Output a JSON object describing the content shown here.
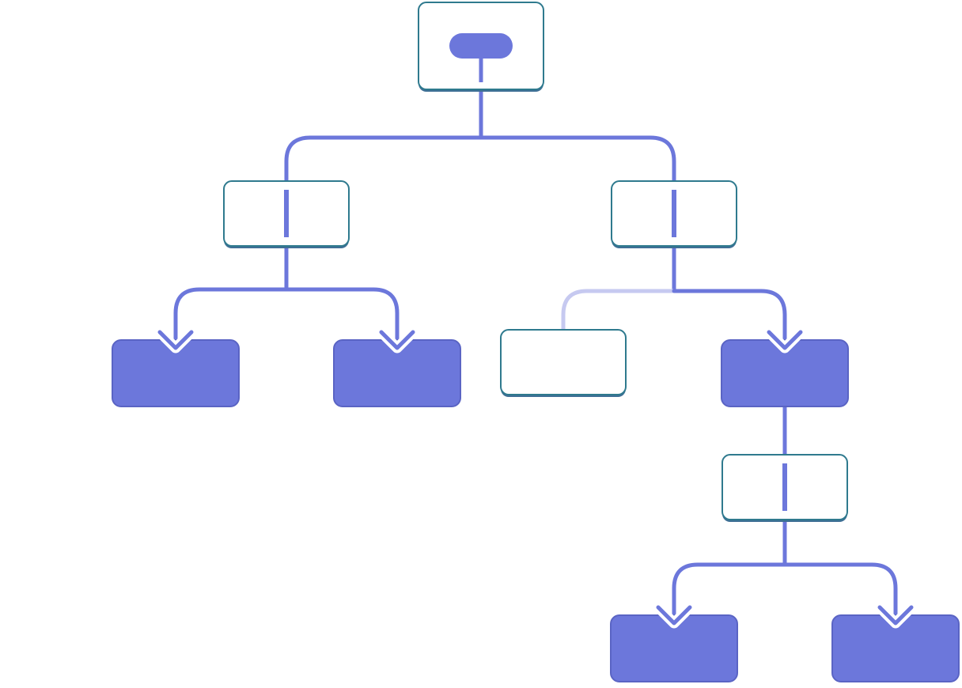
{
  "diagram": {
    "type": "tree",
    "colors": {
      "background": "#ffffff",
      "edge": "#6c77db",
      "edge_faded": "#c6c9f0",
      "node_outline": "#2f7a8e",
      "node_shadow": "#3f6f95",
      "filled_node": "#6c77db",
      "filled_node_border": "#5a64c4"
    },
    "nodes": [
      {
        "id": "root",
        "kind": "outlined-box",
        "marker": "pill"
      },
      {
        "id": "left-branch",
        "kind": "outlined-box",
        "marker": "vertical-bar"
      },
      {
        "id": "right-branch",
        "kind": "outlined-box",
        "marker": "vertical-bar"
      },
      {
        "id": "left-leaf-1",
        "kind": "filled-box"
      },
      {
        "id": "left-leaf-2",
        "kind": "filled-box"
      },
      {
        "id": "right-empty",
        "kind": "outlined-box",
        "marker": "none",
        "faded_link": true
      },
      {
        "id": "right-filled",
        "kind": "filled-box"
      },
      {
        "id": "deep-branch",
        "kind": "outlined-box",
        "marker": "vertical-bar"
      },
      {
        "id": "deep-leaf-1",
        "kind": "filled-box"
      },
      {
        "id": "deep-leaf-2",
        "kind": "filled-box"
      }
    ],
    "edges": [
      {
        "from": "root",
        "to": "left-branch",
        "arrow": false
      },
      {
        "from": "root",
        "to": "right-branch",
        "arrow": false
      },
      {
        "from": "left-branch",
        "to": "left-leaf-1",
        "arrow": true
      },
      {
        "from": "left-branch",
        "to": "left-leaf-2",
        "arrow": true
      },
      {
        "from": "right-branch",
        "to": "right-empty",
        "arrow": false,
        "faded": true
      },
      {
        "from": "right-branch",
        "to": "right-filled",
        "arrow": true
      },
      {
        "from": "right-filled",
        "to": "deep-branch",
        "arrow": false
      },
      {
        "from": "deep-branch",
        "to": "deep-leaf-1",
        "arrow": true
      },
      {
        "from": "deep-branch",
        "to": "deep-leaf-2",
        "arrow": true
      }
    ]
  }
}
